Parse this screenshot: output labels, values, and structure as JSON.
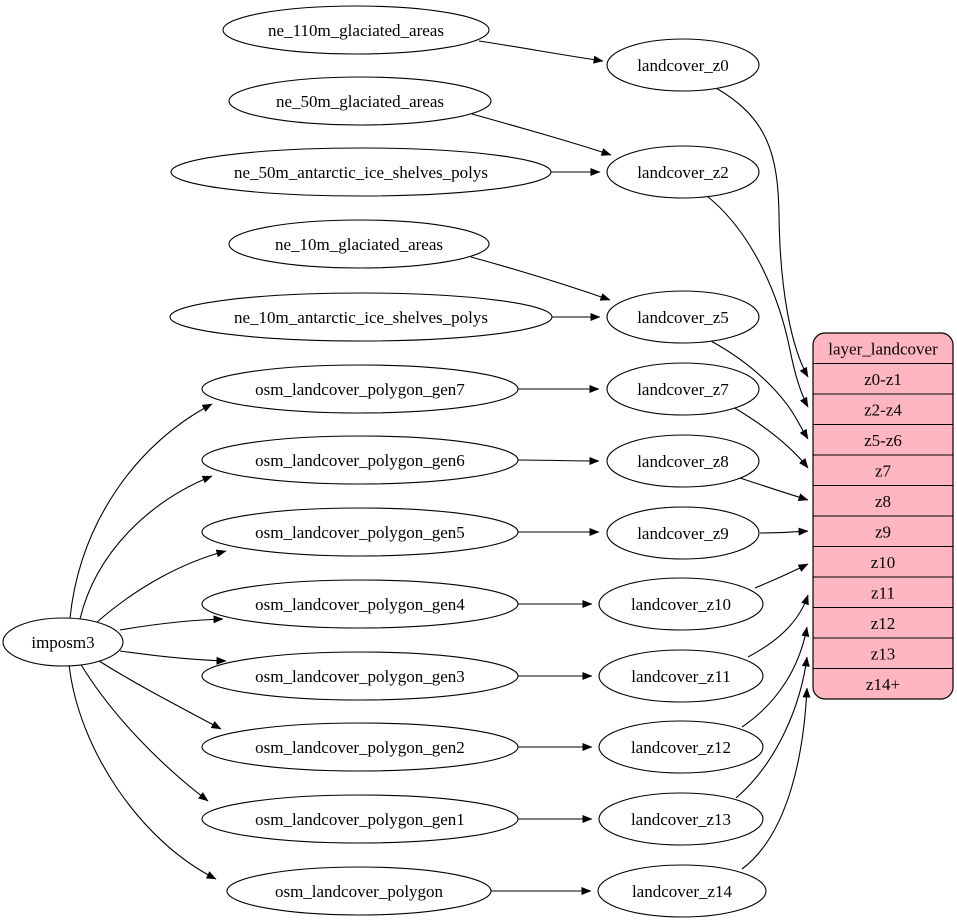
{
  "diagram": {
    "type": "graphviz-flow",
    "colors": {
      "background": "#ffffff",
      "node_fill": "#ffffff",
      "node_stroke": "#000000",
      "edge": "#000000",
      "table_fill": "#ffb6c1",
      "table_stroke": "#000000",
      "text": "#000000"
    },
    "nodes": [
      {
        "id": "imposm3",
        "label": "imposm3"
      },
      {
        "id": "ne_110m_glaciated_areas",
        "label": "ne_110m_glaciated_areas"
      },
      {
        "id": "ne_50m_glaciated_areas",
        "label": "ne_50m_glaciated_areas"
      },
      {
        "id": "ne_50m_antarctic_ice_shelves_polys",
        "label": "ne_50m_antarctic_ice_shelves_polys"
      },
      {
        "id": "ne_10m_glaciated_areas",
        "label": "ne_10m_glaciated_areas"
      },
      {
        "id": "ne_10m_antarctic_ice_shelves_polys",
        "label": "ne_10m_antarctic_ice_shelves_polys"
      },
      {
        "id": "osm_landcover_polygon_gen7",
        "label": "osm_landcover_polygon_gen7"
      },
      {
        "id": "osm_landcover_polygon_gen6",
        "label": "osm_landcover_polygon_gen6"
      },
      {
        "id": "osm_landcover_polygon_gen5",
        "label": "osm_landcover_polygon_gen5"
      },
      {
        "id": "osm_landcover_polygon_gen4",
        "label": "osm_landcover_polygon_gen4"
      },
      {
        "id": "osm_landcover_polygon_gen3",
        "label": "osm_landcover_polygon_gen3"
      },
      {
        "id": "osm_landcover_polygon_gen2",
        "label": "osm_landcover_polygon_gen2"
      },
      {
        "id": "osm_landcover_polygon_gen1",
        "label": "osm_landcover_polygon_gen1"
      },
      {
        "id": "osm_landcover_polygon",
        "label": "osm_landcover_polygon"
      },
      {
        "id": "landcover_z0",
        "label": "landcover_z0"
      },
      {
        "id": "landcover_z2",
        "label": "landcover_z2"
      },
      {
        "id": "landcover_z5",
        "label": "landcover_z5"
      },
      {
        "id": "landcover_z7",
        "label": "landcover_z7"
      },
      {
        "id": "landcover_z8",
        "label": "landcover_z8"
      },
      {
        "id": "landcover_z9",
        "label": "landcover_z9"
      },
      {
        "id": "landcover_z10",
        "label": "landcover_z10"
      },
      {
        "id": "landcover_z11",
        "label": "landcover_z11"
      },
      {
        "id": "landcover_z12",
        "label": "landcover_z12"
      },
      {
        "id": "landcover_z13",
        "label": "landcover_z13"
      },
      {
        "id": "landcover_z14",
        "label": "landcover_z14"
      }
    ],
    "table": {
      "id": "layer_landcover",
      "header": "layer_landcover",
      "rows": [
        "z0-z1",
        "z2-z4",
        "z5-z6",
        "z7",
        "z8",
        "z9",
        "z10",
        "z11",
        "z12",
        "z13",
        "z14+"
      ]
    },
    "edges": [
      {
        "from": "ne_110m_glaciated_areas",
        "to": "landcover_z0"
      },
      {
        "from": "ne_50m_glaciated_areas",
        "to": "landcover_z2"
      },
      {
        "from": "ne_50m_antarctic_ice_shelves_polys",
        "to": "landcover_z2"
      },
      {
        "from": "ne_10m_glaciated_areas",
        "to": "landcover_z5"
      },
      {
        "from": "ne_10m_antarctic_ice_shelves_polys",
        "to": "landcover_z5"
      },
      {
        "from": "imposm3",
        "to": "osm_landcover_polygon_gen7"
      },
      {
        "from": "imposm3",
        "to": "osm_landcover_polygon_gen6"
      },
      {
        "from": "imposm3",
        "to": "osm_landcover_polygon_gen5"
      },
      {
        "from": "imposm3",
        "to": "osm_landcover_polygon_gen4"
      },
      {
        "from": "imposm3",
        "to": "osm_landcover_polygon_gen3"
      },
      {
        "from": "imposm3",
        "to": "osm_landcover_polygon_gen2"
      },
      {
        "from": "imposm3",
        "to": "osm_landcover_polygon_gen1"
      },
      {
        "from": "imposm3",
        "to": "osm_landcover_polygon"
      },
      {
        "from": "osm_landcover_polygon_gen7",
        "to": "landcover_z7"
      },
      {
        "from": "osm_landcover_polygon_gen6",
        "to": "landcover_z8"
      },
      {
        "from": "osm_landcover_polygon_gen5",
        "to": "landcover_z9"
      },
      {
        "from": "osm_landcover_polygon_gen4",
        "to": "landcover_z10"
      },
      {
        "from": "osm_landcover_polygon_gen3",
        "to": "landcover_z11"
      },
      {
        "from": "osm_landcover_polygon_gen2",
        "to": "landcover_z12"
      },
      {
        "from": "osm_landcover_polygon_gen1",
        "to": "landcover_z13"
      },
      {
        "from": "osm_landcover_polygon",
        "to": "landcover_z14"
      },
      {
        "from": "landcover_z0",
        "to": "layer_landcover",
        "row": "z0-z1"
      },
      {
        "from": "landcover_z2",
        "to": "layer_landcover",
        "row": "z2-z4"
      },
      {
        "from": "landcover_z5",
        "to": "layer_landcover",
        "row": "z5-z6"
      },
      {
        "from": "landcover_z7",
        "to": "layer_landcover",
        "row": "z7"
      },
      {
        "from": "landcover_z8",
        "to": "layer_landcover",
        "row": "z8"
      },
      {
        "from": "landcover_z9",
        "to": "layer_landcover",
        "row": "z9"
      },
      {
        "from": "landcover_z10",
        "to": "layer_landcover",
        "row": "z10"
      },
      {
        "from": "landcover_z11",
        "to": "layer_landcover",
        "row": "z11"
      },
      {
        "from": "landcover_z12",
        "to": "layer_landcover",
        "row": "z12"
      },
      {
        "from": "landcover_z13",
        "to": "layer_landcover",
        "row": "z13"
      },
      {
        "from": "landcover_z14",
        "to": "layer_landcover",
        "row": "z14+"
      }
    ]
  }
}
